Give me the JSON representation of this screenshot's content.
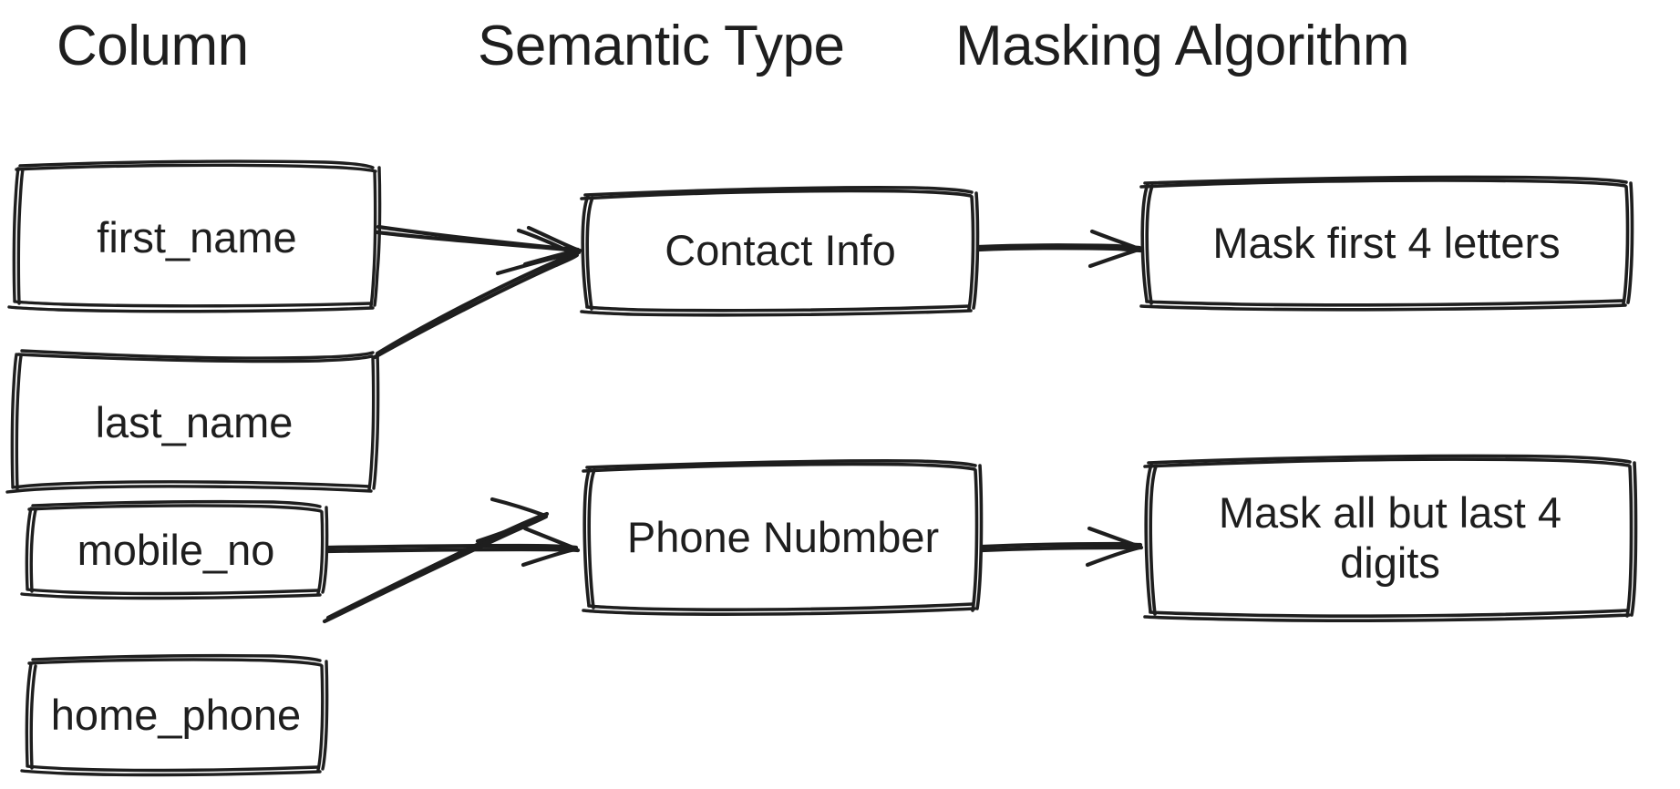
{
  "diagram": {
    "title": "Column to Semantic Type to Masking Algorithm mapping",
    "style": "hand-drawn",
    "stroke_color": "#1e1e1e",
    "background_color": "#ffffff",
    "headers": [
      {
        "id": "column",
        "label": "Column"
      },
      {
        "id": "semantic-type",
        "label": "Semantic Type"
      },
      {
        "id": "masking-algorithm",
        "label": "Masking Algorithm"
      }
    ],
    "columns": {
      "column_nodes": [
        {
          "id": "first_name",
          "label": "first_name"
        },
        {
          "id": "last_name",
          "label": "last_name"
        },
        {
          "id": "mobile_no",
          "label": "mobile_no"
        },
        {
          "id": "home_phone",
          "label": "home_phone"
        }
      ],
      "semantic_type_nodes": [
        {
          "id": "contact_info",
          "label": "Contact Info"
        },
        {
          "id": "phone_number",
          "label": "Phone Nubmber"
        }
      ],
      "masking_algorithm_nodes": [
        {
          "id": "mask_first_4",
          "label": "Mask first 4 letters"
        },
        {
          "id": "mask_all_but_last_4",
          "label": "Mask all but last 4 digits"
        }
      ]
    },
    "edges": [
      {
        "id": "edge-first-name-to-contact-info",
        "from": "first_name",
        "to": "contact_info"
      },
      {
        "id": "edge-last-name-to-contact-info",
        "from": "last_name",
        "to": "contact_info"
      },
      {
        "id": "edge-contact-info-to-mask-first-4",
        "from": "contact_info",
        "to": "mask_first_4"
      },
      {
        "id": "edge-mobile-no-to-phone-number",
        "from": "mobile_no",
        "to": "phone_number"
      },
      {
        "id": "edge-home-phone-to-phone-number",
        "from": "home_phone",
        "to": "phone_number"
      },
      {
        "id": "edge-phone-number-to-mask-all-but-last-4",
        "from": "phone_number",
        "to": "mask_all_but_last_4"
      }
    ]
  }
}
